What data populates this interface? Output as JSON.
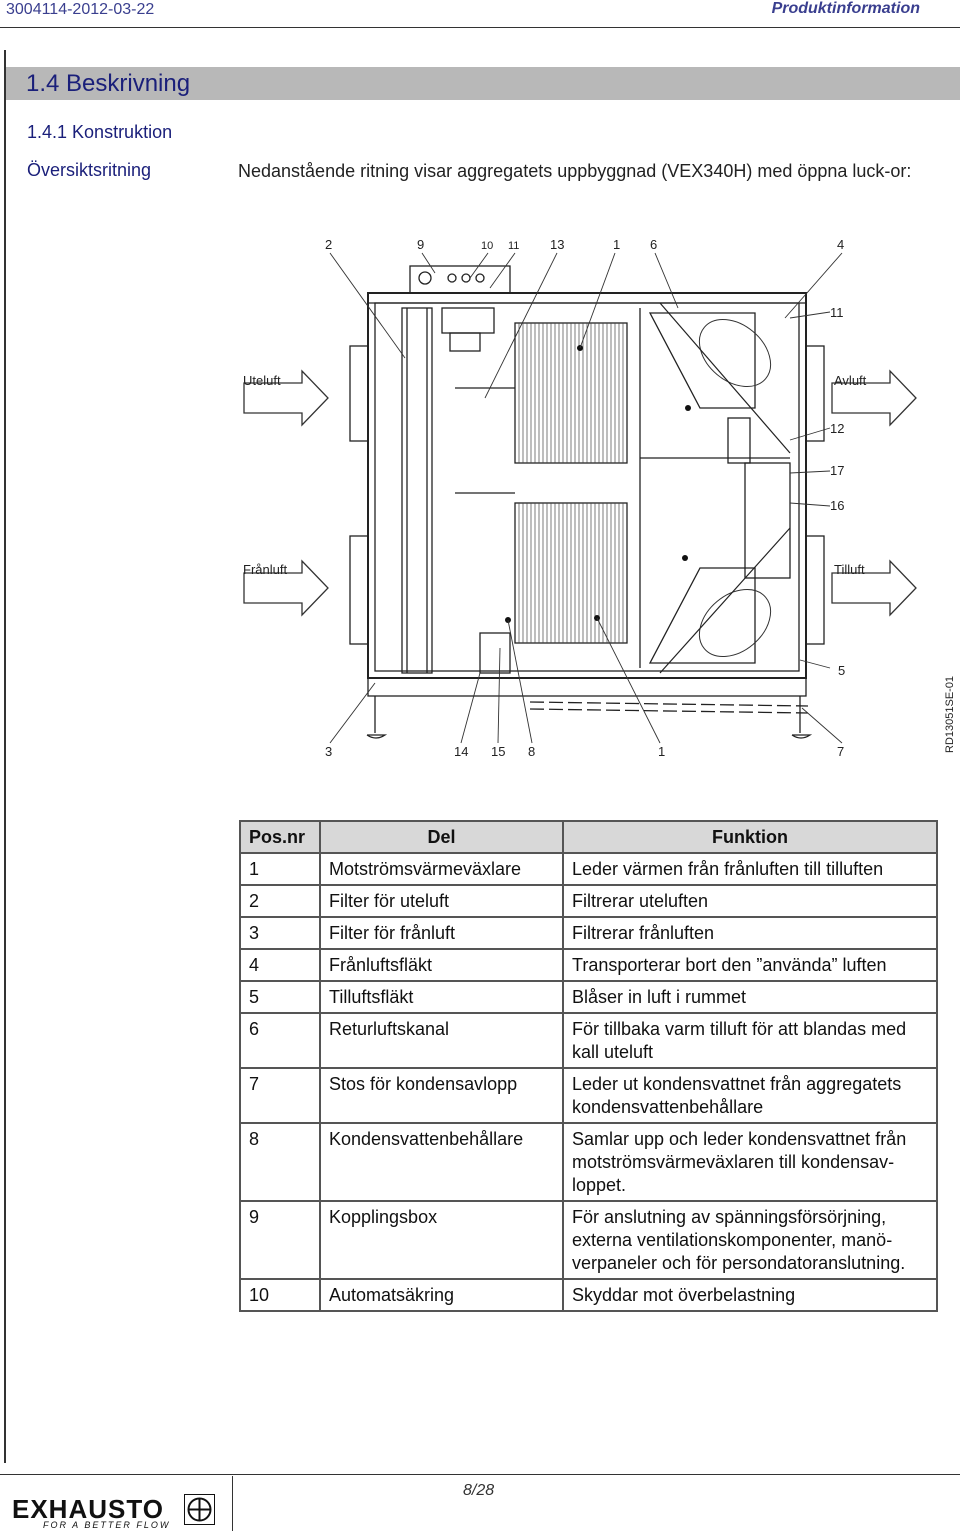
{
  "header": {
    "doc_id": "3004114-2012-03-22",
    "category": "Produktinformation"
  },
  "section": {
    "title": "1.4 Beskrivning",
    "subtitle": "1.4.1 Konstruktion"
  },
  "overview": {
    "side_label": "Översiktsritning",
    "intro_text": "Nedanstående ritning visar aggregatets uppbyggnad (VEX340H) med öppna luck-or:"
  },
  "drawing": {
    "top_numbers": [
      "2",
      "9",
      "10",
      "11",
      "13",
      "1",
      "6",
      "4"
    ],
    "right_numbers": [
      "11",
      "12",
      "17",
      "16",
      "5"
    ],
    "bottom_numbers": [
      "3",
      "14",
      "15",
      "8",
      "1",
      "7"
    ],
    "air_labels": {
      "outdoor": "Uteluft",
      "exhaust": "Avluft",
      "extract": "Frånluft",
      "supply": "Tilluft"
    },
    "drawing_code": "RD13051SE-01"
  },
  "table": {
    "headers": [
      "Pos.nr",
      "Del",
      "Funktion"
    ],
    "rows": [
      {
        "pos": "1",
        "part": "Motströmsvärmeväxlare",
        "function": "Leder värmen från frånluften till tilluften"
      },
      {
        "pos": "2",
        "part": "Filter för uteluft",
        "function": "Filtrerar uteluften"
      },
      {
        "pos": "3",
        "part": "Filter för frånluft",
        "function": "Filtrerar frånluften"
      },
      {
        "pos": "4",
        "part": "Frånluftsfläkt",
        "function": "Transporterar bort den ”använda” luften"
      },
      {
        "pos": "5",
        "part": "Tilluftsfläkt",
        "function": "Blåser in luft i rummet"
      },
      {
        "pos": "6",
        "part": "Returluftskanal",
        "function": "För tillbaka varm tilluft för att blandas med kall uteluft"
      },
      {
        "pos": "7",
        "part": "Stos för kondensavlopp",
        "function": "Leder ut kondensvattnet från aggregatets kondensvattenbehållare"
      },
      {
        "pos": "8",
        "part": "Kondensvattenbehållare",
        "function": "Samlar upp och leder kondensvattnet från motströmsvärmeväxlaren till kondensav-loppet."
      },
      {
        "pos": "9",
        "part": "Kopplingsbox",
        "function": "För anslutning av spänningsförsörjning, externa ventilationskomponenter, manö-verpaneler och för persondatoranslutning."
      },
      {
        "pos": "10",
        "part": "Automatsäkring",
        "function": "Skyddar mot överbelastning"
      }
    ]
  },
  "footer": {
    "brand": "EXHAUSTO",
    "slogan": "FOR A BETTER FLOW",
    "page": "8/28"
  }
}
